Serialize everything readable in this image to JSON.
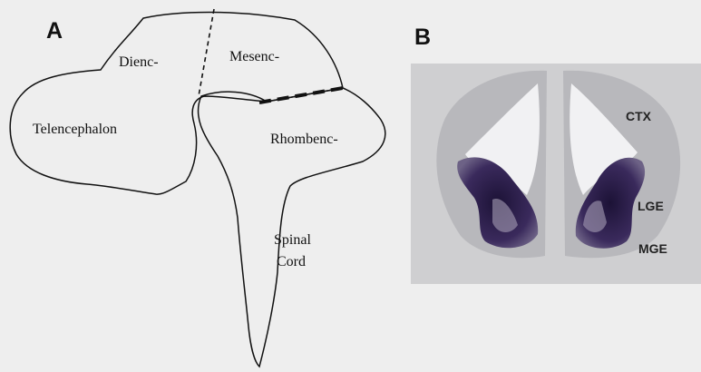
{
  "panel_a": {
    "letter": "A",
    "regions": {
      "dienc": "Dienc-",
      "mesenc": "Mesenc-",
      "telencephalon": "Telencephalon",
      "rhombenc": "Rhombenc-",
      "spinal_line1": "Spinal",
      "spinal_line2": "Cord"
    }
  },
  "panel_b": {
    "letter": "B",
    "labels": {
      "ctx": "CTX",
      "lge": "LGE",
      "mge": "MGE"
    },
    "colors": {
      "background": "#cfcfd1",
      "tissue": "#b9b9bd",
      "ventricle": "#f2f2f4",
      "stain": "#2b1d45"
    }
  }
}
